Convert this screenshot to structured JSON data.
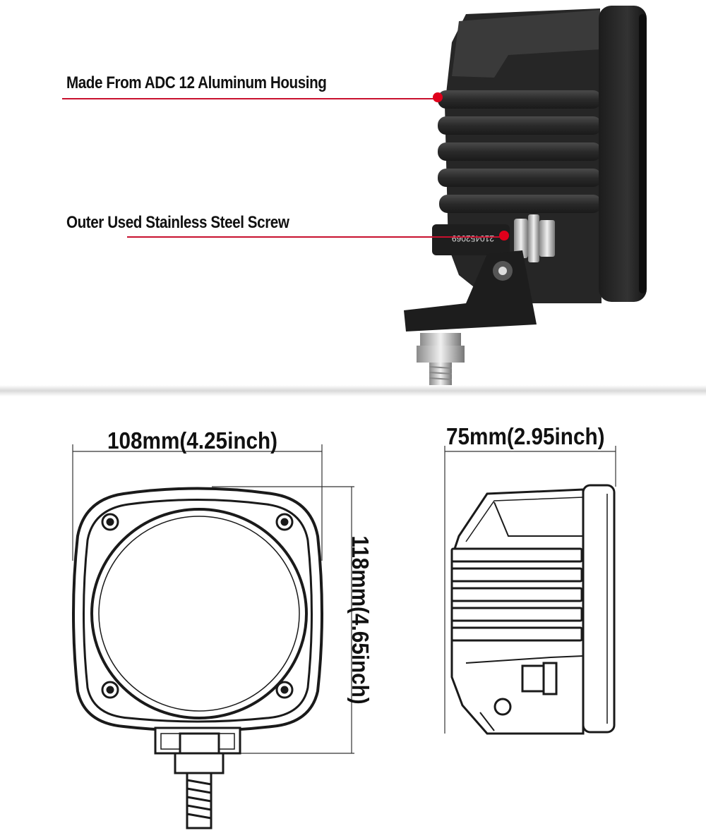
{
  "callouts": {
    "housing": "Made From ADC 12 Aluminum Housing",
    "screw": "Outer Used Stainless Steel Screw"
  },
  "dimensions": {
    "width": "108mm(4.25inch)",
    "height": "118mm(4.65inch)",
    "depth": "75mm(2.95inch)"
  },
  "colors": {
    "callout_line": "#c8102e",
    "housing": "#2b2b2b",
    "outline": "#1a1a1a"
  },
  "serial_text": "210452069"
}
